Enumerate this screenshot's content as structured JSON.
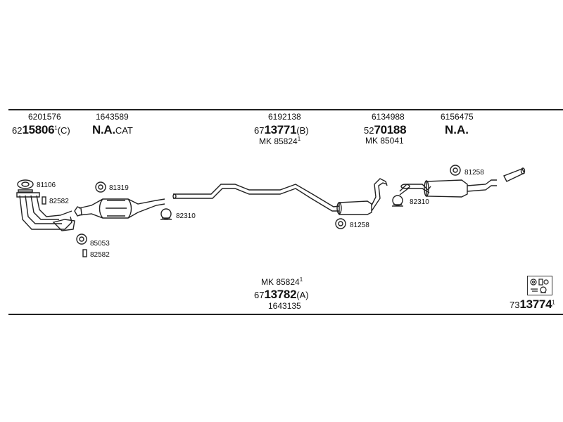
{
  "top_labels": {
    "col1": {
      "ref": "6201576",
      "prefix": "62",
      "main": "15806",
      "sup": "1",
      "suffix": "(C)"
    },
    "col2": {
      "ref": "1643589",
      "main": "N.A.",
      "suffix": "CAT"
    },
    "col3": {
      "ref": "6192138",
      "prefix": "67",
      "main": "13771",
      "suffix": "(B)",
      "mk": "MK  85824",
      "mk_sup": "1"
    },
    "col4": {
      "ref": "6134988",
      "prefix": "52",
      "main": "70188",
      "mk": "MK  85041"
    },
    "col5": {
      "ref": "6156475",
      "main": "N.A."
    }
  },
  "part_labels": {
    "p81106": "81106",
    "p82582a": "82582",
    "p81319": "81319",
    "p82310a": "82310",
    "p85053": "85053",
    "p82582b": "82582",
    "p81258a": "81258",
    "p81258b": "81258",
    "p82310b": "82310"
  },
  "bottom_labels": {
    "mk": "MK  85824",
    "mk_sup": "1",
    "prefix": "67",
    "main": "13782",
    "suffix": "(A)",
    "ref": "1643135"
  },
  "kit": {
    "prefix": "73",
    "main": "13774",
    "sup": "1"
  },
  "icons": [
    "exhaust-pipe-diagram",
    "mounting-kit-icon",
    "rubber-ring-icon",
    "clamp-icon",
    "gasket-icon"
  ]
}
